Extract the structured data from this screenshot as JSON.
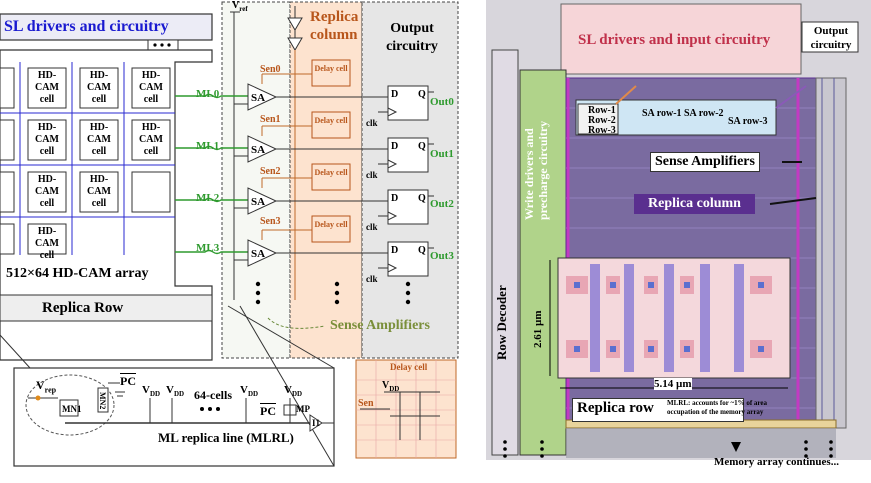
{
  "left": {
    "sl_title": "SL drivers and circuitry",
    "vref": "V",
    "vref_sub": "ref",
    "replica_column": "Replica column",
    "output_title": "Output circuitry",
    "cell_label": "HD-CAM cell",
    "array_label": "512×64 HD-CAM array",
    "replica_row": "Replica Row",
    "ml_labels": [
      "ML0",
      "ML1",
      "ML2",
      "ML3"
    ],
    "sen_labels": [
      "Sen0",
      "Sen1",
      "Sen2",
      "Sen3"
    ],
    "out_labels": [
      "Out0",
      "Out1",
      "Out2",
      "Out3"
    ],
    "sa": "SA",
    "delay_cell": "Delay cell",
    "ff_d": "D",
    "ff_q": "Q",
    "clk": "clk",
    "sense_amplifiers": "Sense Amplifiers",
    "vrep": "V",
    "vrep_sub": "rep",
    "pc": "PC",
    "vdd": "V",
    "vdd_sub": "DD",
    "cells_64": "64-cells",
    "mlrl": "ML replica line (MLRL)",
    "mn1": "MN1",
    "mn2": "MN2",
    "mp": "MP",
    "i1": "I1",
    "delay_cell_inset": "Delay cell",
    "sen": "Sen"
  },
  "right": {
    "sl_title": "SL drivers and input circuitry",
    "output_title": "Output circuitry",
    "row_decoder": "Row Decoder",
    "write_drivers": "Write drivers and precharge circuitry",
    "rows": [
      "Row-1",
      "Row-2",
      "Row-3"
    ],
    "sa_rows": [
      "SA row-1",
      "SA row-2",
      "SA row-3"
    ],
    "sense_amplifiers": "Sense Amplifiers",
    "replica_column": "Replica column",
    "dim_vertical": "2.61 µm",
    "dim_horizontal": "5.14 µm",
    "replica_row": "Replica row",
    "mlrl_note": "MLRL: accounts for ~1% of area occupation of the memory array",
    "continues": "Memory array continues..."
  },
  "colors": {
    "accent_blue": "#1a1ad0",
    "replica_brown": "#b8561b",
    "ml_green": "#2e9a2e",
    "layout_magenta": "#c23ac2",
    "layout_purple": "#5a2f8f"
  }
}
